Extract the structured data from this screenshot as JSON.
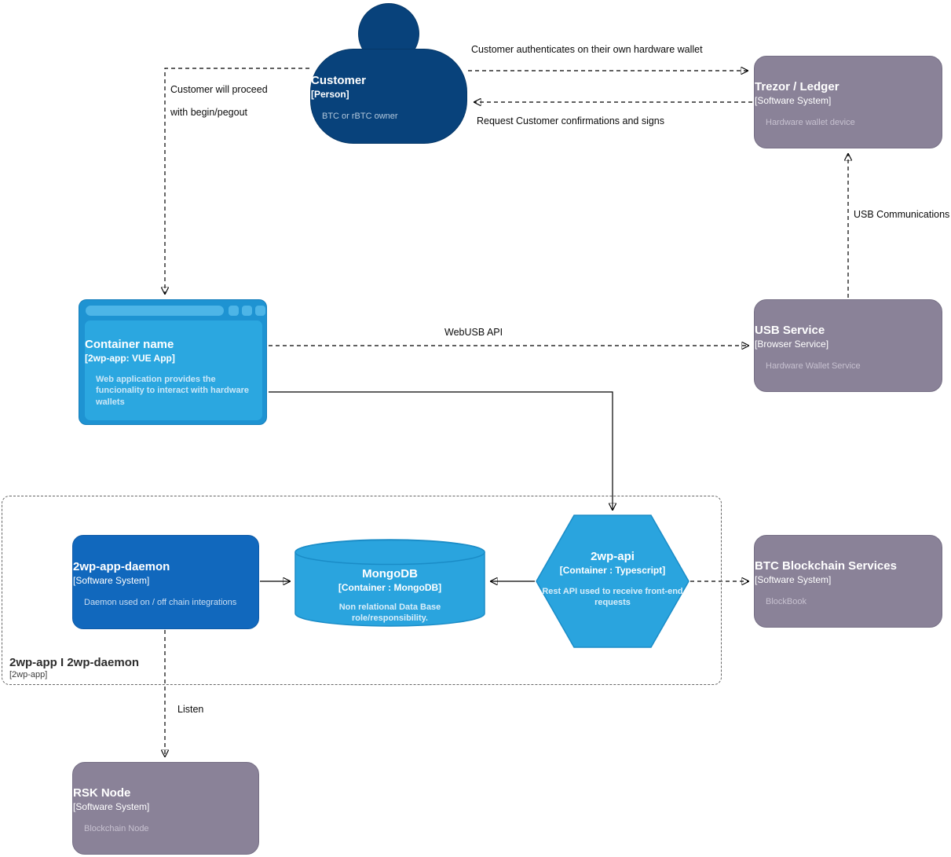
{
  "nodes": {
    "customer": {
      "title": "Customer",
      "subtitle": "[Person]",
      "description": "BTC or rBTC owner"
    },
    "trezor": {
      "title": "Trezor / Ledger",
      "subtitle": "[Software System]",
      "description": "Hardware wallet device"
    },
    "webapp": {
      "title": "Container name",
      "subtitle": "[2wp-app: VUE App]",
      "description": "Web application provides the funcionality to interact with hardware wallets"
    },
    "usb_service": {
      "title": "USB Service",
      "subtitle": "[Browser Service]",
      "description": "Hardware Wallet Service"
    },
    "daemon": {
      "title": "2wp-app-daemon",
      "subtitle": "[Software System]",
      "description": "Daemon used on / off chain integrations"
    },
    "mongodb": {
      "title": "MongoDB",
      "subtitle": "[Container : MongoDB]",
      "description": "Non relational Data Base role/responsibility."
    },
    "api": {
      "title": "2wp-api",
      "subtitle": "[Container : Typescript]",
      "description": "Rest API used to receive front-end requests"
    },
    "btc": {
      "title": "BTC Blockchain Services",
      "subtitle": "[Software System]",
      "description": "BlockBook"
    },
    "rsk": {
      "title": "RSK Node",
      "subtitle": "[Software System]",
      "description": "Blockchain Node"
    },
    "boundary": {
      "title": "2wp-app I 2wp-daemon",
      "subtitle": "[2wp-app]"
    }
  },
  "edges": {
    "authenticate": "Customer authenticates on their own hardware wallet",
    "confirmations": "Request Customer confirmations and signs",
    "proceed_line1": "Customer will proceed",
    "proceed_line2": "with begin/pegout",
    "webusb": "WebUSB API",
    "usb_comm": "USB Communications",
    "listen": "Listen"
  },
  "colors": {
    "person_blue": "#08427B",
    "container_blue": "#1168BD",
    "light_blue": "#2AA4DE",
    "light_blue_border": "#1A8CC7",
    "system_gray": "#8A8298",
    "edge_black": "#000000"
  }
}
